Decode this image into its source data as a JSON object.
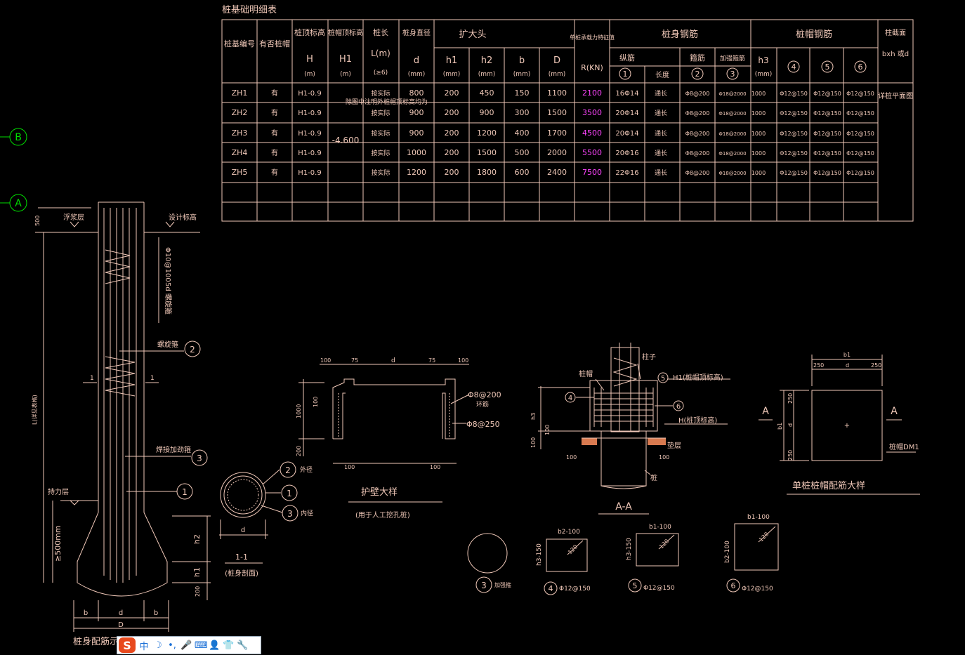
{
  "table": {
    "title": "桩基础明细表",
    "headers": {
      "pile_no": "桩基编号",
      "has_cap": "有否桩帽",
      "top_elev": "桩顶标高",
      "top_elev_sym": "H",
      "unit_m": "(m)",
      "cap_top_elev": "桩帽顶标高",
      "cap_top_sym": "H1",
      "pile_len": "桩长",
      "pile_len_sym": "L(m)",
      "pile_len_note": "(≥6)",
      "shaft_dia": "桩身直径",
      "shaft_dia_sym": "d",
      "unit_mm": "(mm)",
      "bell": "扩大头",
      "h1": "h1",
      "h2": "h2",
      "b": "b",
      "D": "D",
      "capacity": "单桩承载力特征值",
      "capacity_sym": "R(KN)",
      "shaft_rebar": "桩身钢筋",
      "long_bar": "纵筋",
      "length": "长度",
      "stirrup": "箍筋",
      "add_ring": "加强箍筋",
      "cap_rebar": "桩帽钢筋",
      "h3": "h3",
      "section": "柱截面",
      "section_sym": "bxh 或d",
      "c1": "1",
      "c2": "2",
      "c3": "3",
      "c4": "4",
      "c5": "5",
      "c6": "6"
    },
    "cap_elev_note": "除图中注明外桩帽顶标高均为",
    "cap_elev_value": "-4.600",
    "section_note": "详桩平面图",
    "rows": [
      {
        "id": "ZH1",
        "cap": "有",
        "h": "H1-0.9",
        "len": "按实际",
        "d": "800",
        "h1": "200",
        "h2": "450",
        "b": "150",
        "D": "1100",
        "r": "2100",
        "bar": "16Φ14",
        "blen": "通长",
        "st": "Φ8@200",
        "ring": "Φ18@2000",
        "h3": "1000",
        "r4": "Φ12@150",
        "r5": "Φ12@150",
        "r6": "Φ12@150"
      },
      {
        "id": "ZH2",
        "cap": "有",
        "h": "H1-0.9",
        "len": "按实际",
        "d": "900",
        "h1": "200",
        "h2": "900",
        "b": "300",
        "D": "1500",
        "r": "3500",
        "bar": "20Φ14",
        "blen": "通长",
        "st": "Φ8@200",
        "ring": "Φ18@2000",
        "h3": "1000",
        "r4": "Φ12@150",
        "r5": "Φ12@150",
        "r6": "Φ12@150"
      },
      {
        "id": "ZH3",
        "cap": "有",
        "h": "H1-0.9",
        "len": "按实际",
        "d": "900",
        "h1": "200",
        "h2": "1200",
        "b": "400",
        "D": "1700",
        "r": "4500",
        "bar": "20Φ14",
        "blen": "通长",
        "st": "Φ8@200",
        "ring": "Φ18@2000",
        "h3": "1000",
        "r4": "Φ12@150",
        "r5": "Φ12@150",
        "r6": "Φ12@150"
      },
      {
        "id": "ZH4",
        "cap": "有",
        "h": "H1-0.9",
        "len": "按实际",
        "d": "1000",
        "h1": "200",
        "h2": "1500",
        "b": "500",
        "D": "2000",
        "r": "5500",
        "bar": "20Φ16",
        "blen": "通长",
        "st": "Φ8@200",
        "ring": "Φ18@2000",
        "h3": "1000",
        "r4": "Φ12@150",
        "r5": "Φ12@150",
        "r6": "Φ12@150"
      },
      {
        "id": "ZH5",
        "cap": "有",
        "h": "H1-0.9",
        "len": "按实际",
        "d": "1200",
        "h1": "200",
        "h2": "1800",
        "b": "600",
        "D": "2400",
        "r": "7500",
        "bar": "22Φ16",
        "blen": "通长",
        "st": "Φ8@200",
        "ring": "Φ18@2000",
        "h3": "1000",
        "r4": "Φ12@150",
        "r5": "Φ12@150",
        "r6": "Φ12@150"
      }
    ]
  },
  "axes": {
    "b": "B",
    "a": "A"
  },
  "pile_section": {
    "title": "桩身配筋示意",
    "fill_layer": "浮浆层",
    "design_elev": "设计标高",
    "dim_500": "500",
    "spiral_spacing": "Φ10@100",
    "spiral_note": "5d 螺旋箍",
    "spiral_label": "螺旋箍",
    "weld_ring": "焊接加劲箍",
    "bearing_layer": "持力层",
    "length_label": "L(详见表格)",
    "bell_depth": "≥500mm",
    "h2": "h2",
    "h1": "h1",
    "dim_200": "200",
    "b": "b",
    "d": "d",
    "D": "D",
    "cut": "1"
  },
  "section_11": {
    "outer": "外径",
    "inner": "内径",
    "d": "d",
    "title": "1-1",
    "subtitle": "(桩身剖面)"
  },
  "wall_detail": {
    "title": "护壁大样",
    "subtitle": "(用于人工挖孔桩)",
    "d100": "100",
    "d75": "75",
    "d": "d",
    "d1000": "1000",
    "d200": "200",
    "bar1": "Φ8@200",
    "bar1b": "环筋",
    "bar2": "Φ8@250"
  },
  "aa_section": {
    "title": "A-A",
    "cap": "桩帽",
    "column": "柱子",
    "h1": "H1(桩帽顶标高)",
    "h": "H(桩顶标高)",
    "cushion": "垫层",
    "pile": "桩",
    "h3": "h3",
    "d100": "100"
  },
  "cap_plan": {
    "title": "单桩桩帽配筋大样",
    "b1": "b1",
    "d250": "250",
    "d": "d",
    "a": "A",
    "label": "桩帽DM1"
  },
  "details": {
    "ring_label": "加强箍",
    "d4_top": "b2-100",
    "d4_side": "h3-150",
    "d4_bar": "Φ12@150",
    "d5_top": "b1-100",
    "d5_side": "h3-150",
    "d5_bar": "Φ12@150",
    "d6_top": "b1-100",
    "d6_side": "b2-100",
    "d6_bar": "Φ12@150",
    "hook": "120",
    "n3": "3",
    "n4": "4",
    "n5": "5",
    "n6": "6"
  },
  "ime": {
    "logo": "S",
    "lang": "中",
    "moon": "☽",
    "dot": "•,",
    "mic": "🎤",
    "kb": "⌨",
    "user": "👤",
    "shirt": "👕",
    "tool": "🔧"
  },
  "colors": {
    "line": "#f0c8b8",
    "capacity": "#ff44ff",
    "grid": "#00dd00",
    "background": "#000000"
  }
}
